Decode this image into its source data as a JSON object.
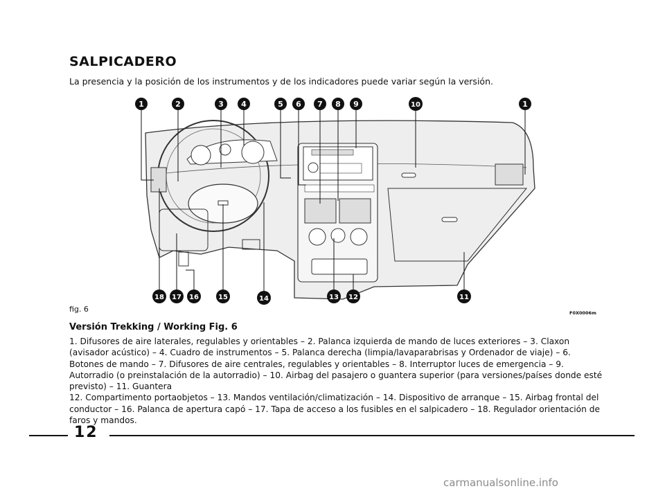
{
  "page": {
    "title": "SALPICADERO",
    "intro": "La presencia y la posición de los instrumentos y de los indicadores puede variar según la versión.",
    "figure_label": "fig. 6",
    "figure_code": "F0X0006m",
    "subtitle": "Versión Trekking / Working Fig. 6",
    "description_line1": "1. Difusores de aire laterales, regulables y orientables – 2. Palanca izquierda de mando de luces exteriores – 3. Claxon (avisador acústico) – 4. Cuadro de instrumentos – 5. Palanca derecha (limpia/lavaparabrisas y Ordenador de viaje) – 6. Botones de mando – 7. Difusores de aire centrales, regulables y orientables – 8. Interruptor luces de emergencia – 9. Autorradio (o preinstalación de la autorradio) – 10. Airbag del pasajero o guantera superior (para versiones/países donde esté previsto) – 11. Guantera",
    "description_line2": "12. Compartimento portaobjetos – 13. Mandos ventilación/climatización – 14. Dispositivo de arranque – 15. Airbag frontal del conductor – 16. Palanca de apertura capó – 17. Tapa de acceso a los fusibles en el salpicadero – 18. Regulador orientación de faros y mandos.",
    "page_number": "12",
    "watermark": "carmanualsonline.info"
  },
  "callouts": {
    "n1a": "1",
    "n2": "2",
    "n3": "3",
    "n4": "4",
    "n5": "5",
    "n6": "6",
    "n7": "7",
    "n8": "8",
    "n9": "9",
    "n10": "10",
    "n1b": "1",
    "n18": "18",
    "n17": "17",
    "n16": "16",
    "n15": "15",
    "n14": "14",
    "n13": "13",
    "n12": "12",
    "n11": "11"
  },
  "colors": {
    "ink": "#111111",
    "dash_fill": "#eeeeee",
    "dash_stroke": "#333333",
    "watermark": "#8a8a8a"
  }
}
